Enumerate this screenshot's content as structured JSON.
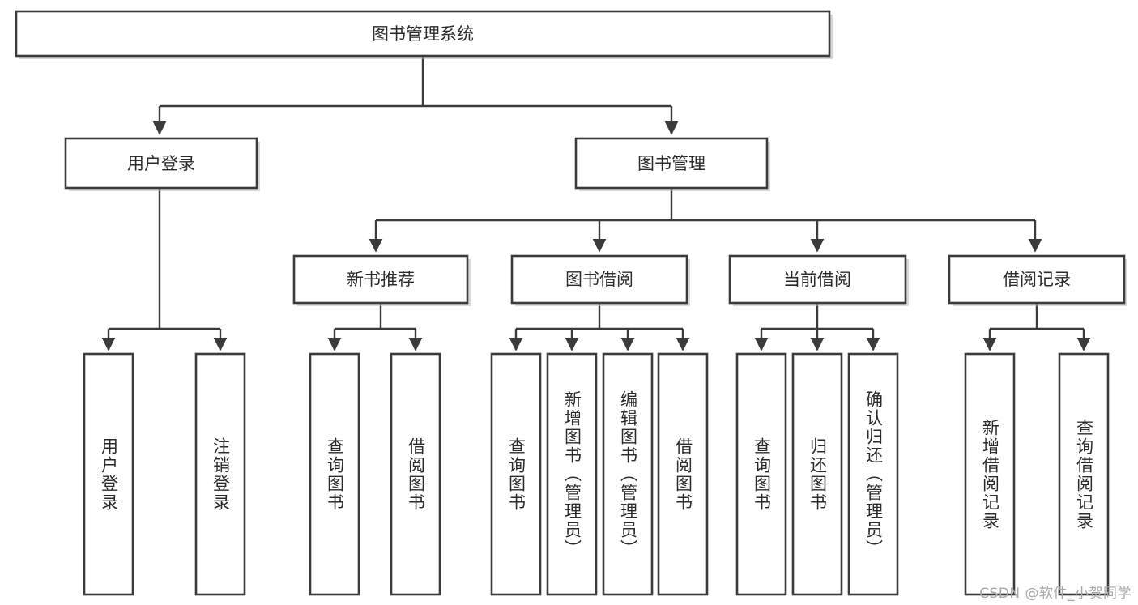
{
  "diagram": {
    "type": "tree",
    "title": "图书管理系统",
    "orientation": "top-down",
    "watermark": "CSDN @软件_小贺同学",
    "colors": {
      "box_stroke": "#3b3b3b",
      "box_fill": "#ffffff",
      "connector": "#3b3b3b",
      "text": "#2b2b2b",
      "watermark": "#a8a8a8",
      "background": "#ffffff"
    },
    "nodes": {
      "root": {
        "label": "图书管理系统",
        "level": 0
      },
      "level1": [
        {
          "label": "用户登录"
        },
        {
          "label": "图书管理"
        }
      ],
      "level2": [
        {
          "label": "新书推荐",
          "parent": "图书管理"
        },
        {
          "label": "图书借阅",
          "parent": "图书管理"
        },
        {
          "label": "当前借阅",
          "parent": "图书管理"
        },
        {
          "label": "借阅记录",
          "parent": "图书管理"
        }
      ],
      "leaves": {
        "user_login": [
          {
            "label": "用户登录"
          },
          {
            "label": "注销登录"
          }
        ],
        "new_book_recommend": [
          {
            "label": "查询图书"
          },
          {
            "label": "借阅图书"
          }
        ],
        "book_borrow": [
          {
            "label": "查询图书"
          },
          {
            "label": "新增图书（管理员）"
          },
          {
            "label": "编辑图书（管理员）"
          },
          {
            "label": "借阅图书"
          }
        ],
        "current_borrow": [
          {
            "label": "查询图书"
          },
          {
            "label": "归还图书"
          },
          {
            "label": "确认归还（管理员）"
          }
        ],
        "borrow_record": [
          {
            "label": "新增借阅记录"
          },
          {
            "label": "查询借阅记录"
          }
        ]
      }
    }
  }
}
